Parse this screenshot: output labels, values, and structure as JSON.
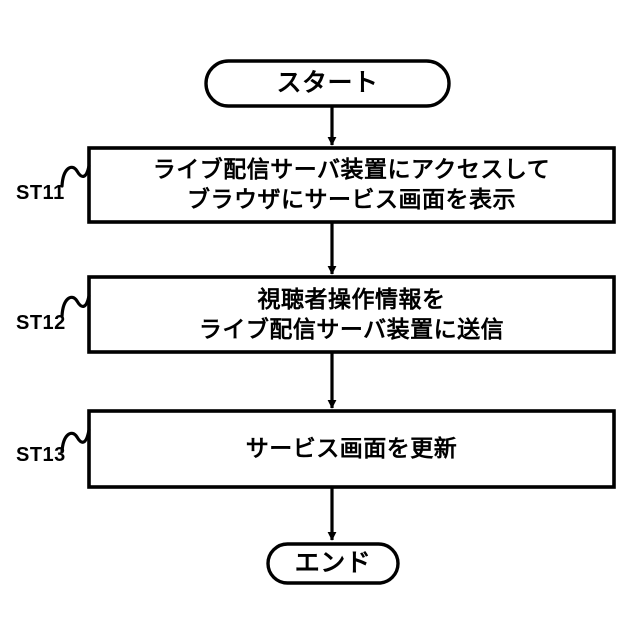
{
  "diagram": {
    "type": "flowchart",
    "orientation": "vertical",
    "background_color": "#ffffff",
    "line_color": "#000000",
    "text_color": "#000000",
    "nodes": [
      {
        "id": "start",
        "shape": "terminator",
        "label": "スタート",
        "lines": [
          "スタート"
        ],
        "step_tag": ""
      },
      {
        "id": "st11",
        "shape": "process",
        "label": "ライブ配信サーバ装置にアクセスしてブラウザにサービス画面を表示",
        "lines": [
          "ライブ配信サーバ装置にアクセスして",
          "ブラウザにサービス画面を表示"
        ],
        "step_tag": "ST11"
      },
      {
        "id": "st12",
        "shape": "process",
        "label": "視聴者操作情報をライブ配信サーバ装置に送信",
        "lines": [
          "視聴者操作情報を",
          "ライブ配信サーバ装置に送信"
        ],
        "step_tag": "ST12"
      },
      {
        "id": "st13",
        "shape": "process",
        "label": "サービス画面を更新",
        "lines": [
          "サービス画面を更新"
        ],
        "step_tag": "ST13"
      },
      {
        "id": "end",
        "shape": "terminator",
        "label": "エンド",
        "lines": [
          "エンド"
        ],
        "step_tag": ""
      }
    ],
    "connectors": [
      {
        "from": "start",
        "to": "st11",
        "style": "arrow"
      },
      {
        "from": "st11",
        "to": "st12",
        "style": "arrow"
      },
      {
        "from": "st12",
        "to": "st13",
        "style": "arrow"
      },
      {
        "from": "st13",
        "to": "end",
        "style": "arrow"
      }
    ],
    "step_tags": [
      {
        "id": "st11",
        "text": "ST11"
      },
      {
        "id": "st12",
        "text": "ST12"
      },
      {
        "id": "st13",
        "text": "ST13"
      }
    ]
  }
}
